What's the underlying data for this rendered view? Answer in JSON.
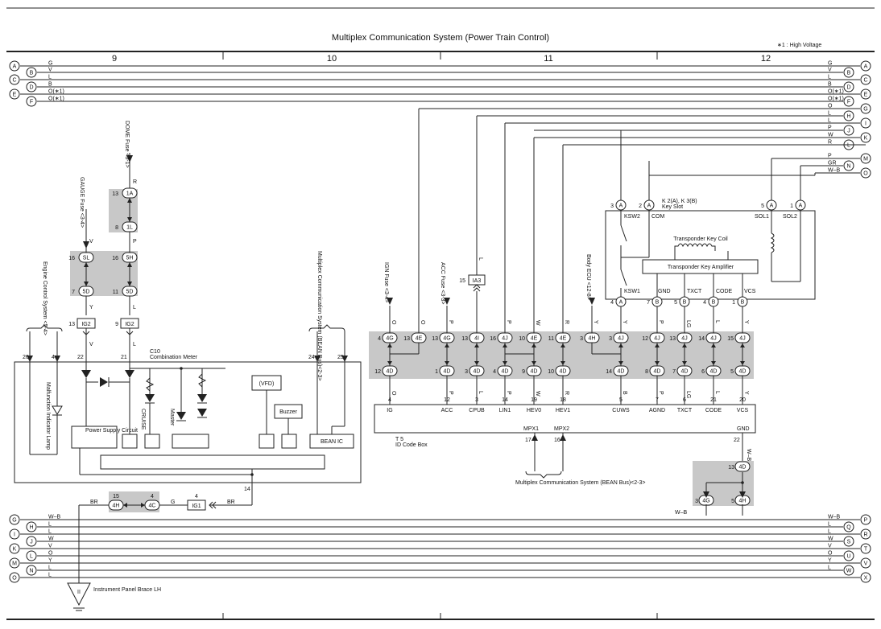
{
  "title": "Multiplex Communication System (Power Train Control)",
  "note": "∗1 : High Voltage",
  "sections": [
    "9",
    "10",
    "11",
    "12"
  ],
  "top_buses": [
    {
      "l": "A",
      "code": "G",
      "r": "A"
    },
    {
      "l": "B",
      "code": "V",
      "r": "B"
    },
    {
      "l": "C",
      "code": "L",
      "r": "C"
    },
    {
      "l": "D",
      "code": "B",
      "r": "D"
    },
    {
      "l": "E",
      "code": "O(∗1)",
      "r": "E"
    },
    {
      "l": "F",
      "code": "O(∗1)",
      "r": "F"
    }
  ],
  "right_buses": [
    {
      "code": "O",
      "r": "G"
    },
    {
      "code": "L",
      "r": "H"
    },
    {
      "code": "L",
      "r": "I"
    },
    {
      "code": "P",
      "r": "J"
    },
    {
      "code": "W",
      "r": "K"
    },
    {
      "code": "R",
      "r": "L"
    },
    {
      "code": "P",
      "r": "M"
    },
    {
      "code": "GR",
      "r": "N"
    },
    {
      "code": "W–B",
      "r": "O"
    }
  ],
  "bottom_buses": [
    {
      "l": "G",
      "code": "W–B",
      "r": "P",
      "rcode": "W–B"
    },
    {
      "l": "H",
      "code": "L",
      "r": "Q",
      "rcode": "L"
    },
    {
      "l": "I",
      "code": "L",
      "r": "R",
      "rcode": "L"
    },
    {
      "l": "J",
      "code": "W",
      "r": "S",
      "rcode": "W"
    },
    {
      "l": "K",
      "code": "V",
      "r": "T",
      "rcode": "V"
    },
    {
      "l": "L",
      "code": "O",
      "r": "U",
      "rcode": "O"
    },
    {
      "l": "M",
      "code": "Y",
      "r": "V",
      "rcode": "Y"
    },
    {
      "l": "N",
      "code": "L",
      "r": "W",
      "rcode": "L"
    },
    {
      "l": "O",
      "code": "L",
      "r": "X",
      "rcode": ""
    }
  ],
  "fuses": {
    "dome": "DOME Fuse\n<3-1>",
    "gauge": "GAUGE Fuse\n<3-4>",
    "ign": "IGN Fuse\n<3-4>",
    "acc": "ACC Fuse\n<3-3>",
    "body_ecu": "Body ECU\n<12-8>",
    "engine_control": "Engine Control System\n<5-4>",
    "bean_bus_top": "Multiplex Communication System (BEAN Bus)<2-3>"
  },
  "combination_meter": {
    "id": "C10",
    "name": "Combination Meter",
    "pins": [
      "26",
      "4",
      "22",
      "21",
      "24",
      "25"
    ],
    "pin14": "14",
    "labels": {
      "malfunction": "Malfunction Indicator Lamp",
      "cruise": "CRUISE",
      "master": "Master",
      "power_supply": "Power Supply Circuit",
      "vfd": "(VFD)",
      "buzzer": "Buzzer",
      "bean_ic": "BEAN IC"
    }
  },
  "id_code_box": {
    "id": "T 5",
    "name": "ID Code Box",
    "pins": [
      {
        "no": "4",
        "name": "IG"
      },
      {
        "no": "12",
        "name": "ACC"
      },
      {
        "no": "3",
        "name": "CPUB"
      },
      {
        "no": "14",
        "name": "LIN1"
      },
      {
        "no": "19",
        "name": "HEV0"
      },
      {
        "no": "18",
        "name": "HEV1"
      },
      {
        "no": "5",
        "name": "CUWS"
      },
      {
        "no": "7",
        "name": "AGND"
      },
      {
        "no": "6",
        "name": "TXCT"
      },
      {
        "no": "21",
        "name": "CODE"
      },
      {
        "no": "20",
        "name": "VCS"
      }
    ],
    "mpx": [
      {
        "no": "17",
        "name": "MPX1"
      },
      {
        "no": "16",
        "name": "MPX2"
      }
    ],
    "gnd": {
      "no": "22",
      "name": "GND"
    },
    "bean_bus": "Multiplex Communication System (BEAN Bus)<2-3>"
  },
  "key_slot": {
    "id": "K 2(A), K 3(B)",
    "name": "Key Slot",
    "labels": [
      "KSW2",
      "COM",
      "SOL1",
      "SOL2",
      "KSW1",
      "GND",
      "TXCT",
      "CODE",
      "VCS"
    ],
    "coil": "Transponder Key Coil",
    "amp": "Transponder Key Amplifier",
    "top_pins": [
      {
        "n": "3",
        "c": "A"
      },
      {
        "n": "2",
        "c": "A"
      },
      {
        "n": "5",
        "c": "A"
      },
      {
        "n": "1",
        "c": "A"
      }
    ],
    "bottom_pins": [
      {
        "n": "4",
        "c": "A"
      },
      {
        "n": "7",
        "c": "B"
      },
      {
        "n": "5",
        "c": "B"
      },
      {
        "n": "4",
        "c": "B"
      },
      {
        "n": "1",
        "c": "B"
      }
    ]
  },
  "junctions": {
    "upper_row": [
      {
        "n": "4",
        "c": "4G"
      },
      {
        "n": "13",
        "c": "4E"
      },
      {
        "n": "13",
        "c": "4G"
      },
      {
        "n": "13",
        "c": "4I"
      },
      {
        "n": "16",
        "c": "4J"
      },
      {
        "n": "10",
        "c": "4E"
      },
      {
        "n": "11",
        "c": "4E"
      },
      {
        "n": "3",
        "c": "4H"
      },
      {
        "n": "3",
        "c": "4J"
      },
      {
        "n": "12",
        "c": "4J"
      },
      {
        "n": "13",
        "c": "4J"
      },
      {
        "n": "14",
        "c": "4J"
      },
      {
        "n": "15",
        "c": "4J"
      }
    ],
    "lower_row": [
      {
        "n": "12",
        "c": "4D"
      },
      {
        "n": "1",
        "c": "4D"
      },
      {
        "n": "3",
        "c": "4D"
      },
      {
        "n": "4",
        "c": "4D"
      },
      {
        "n": "9",
        "c": "4D"
      },
      {
        "n": "10",
        "c": "4D"
      },
      {
        "n": "14",
        "c": "4D"
      },
      {
        "n": "8",
        "c": "4D"
      },
      {
        "n": "7",
        "c": "4D"
      },
      {
        "n": "6",
        "c": "4D"
      },
      {
        "n": "5",
        "c": "4D"
      }
    ],
    "ia3": {
      "n": "15",
      "c": "IA3"
    },
    "ig2a": {
      "n": "13",
      "c": "IG2"
    },
    "ig2b": {
      "n": "9",
      "c": "IG2"
    },
    "ig1": {
      "n": "4",
      "c": "IG1"
    },
    "left_col": [
      {
        "n": "16",
        "c": "SL"
      },
      {
        "n": "7",
        "c": "5D"
      }
    ],
    "right_col": [
      {
        "n": "13",
        "c": "1A"
      },
      {
        "n": "8",
        "c": "1L"
      },
      {
        "n": "16",
        "c": "5H"
      },
      {
        "n": "11",
        "c": "5D"
      }
    ],
    "gnd_j": [
      {
        "n": "15",
        "c": "4H"
      },
      {
        "n": "4",
        "c": "4C"
      }
    ],
    "gnd_right": [
      {
        "n": "13",
        "c": "4D"
      },
      {
        "n": "3",
        "c": "4G"
      },
      {
        "n": "5",
        "c": "4H"
      }
    ]
  },
  "wire_colors": {
    "dome": "R",
    "p": "P",
    "v": "V",
    "l": "L",
    "y": "Y",
    "br": "BR",
    "g": "G",
    "wb": "W–B",
    "o": "O",
    "w": "W",
    "lg": "LG"
  },
  "ground": "Instrument Panel Brace LH",
  "ground_id": "II"
}
